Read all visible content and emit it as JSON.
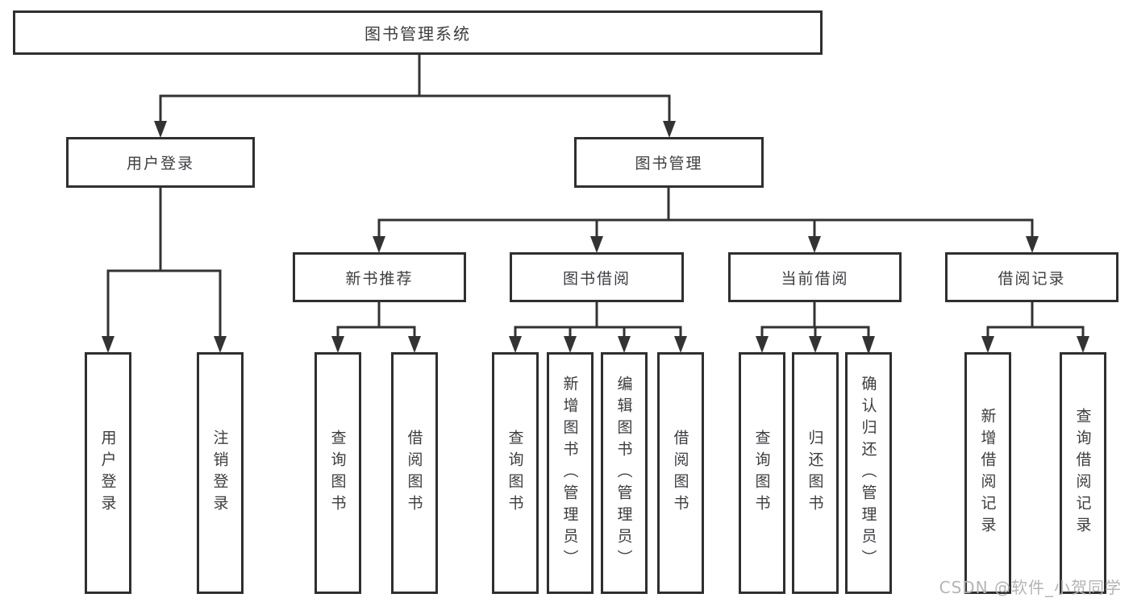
{
  "title": {
    "label": "图书管理系统"
  },
  "nodes": {
    "user_login": {
      "label": "用户登录"
    },
    "book_management": {
      "label": "图书管理"
    },
    "new_book_recommend": {
      "label": "新书推荐"
    },
    "book_borrow": {
      "label": "图书借阅"
    },
    "current_borrow": {
      "label": "当前借阅"
    },
    "borrow_records": {
      "label": "借阅记录"
    },
    "leaves_user_login": [
      "用户登录",
      "注销登录"
    ],
    "leaves_new_book": [
      "查询图书",
      "借阅图书"
    ],
    "leaves_book_borrow": [
      "查询图书",
      "新增图书（管理员）",
      "编辑图书（管理员）",
      "借阅图书"
    ],
    "leaves_current_borrow": [
      "查询图书",
      "归还图书",
      "确认归还（管理员）"
    ],
    "leaves_borrow_records": [
      "新增借阅记录",
      "查询借阅记录"
    ]
  },
  "watermark": {
    "text": "CSDN @软件_小贺同学"
  },
  "colors": {
    "line": "#333333",
    "box_border": "#2f2f2f",
    "text": "#3d3d42",
    "watermark": "#b4b4b4",
    "background": "#ffffff"
  }
}
